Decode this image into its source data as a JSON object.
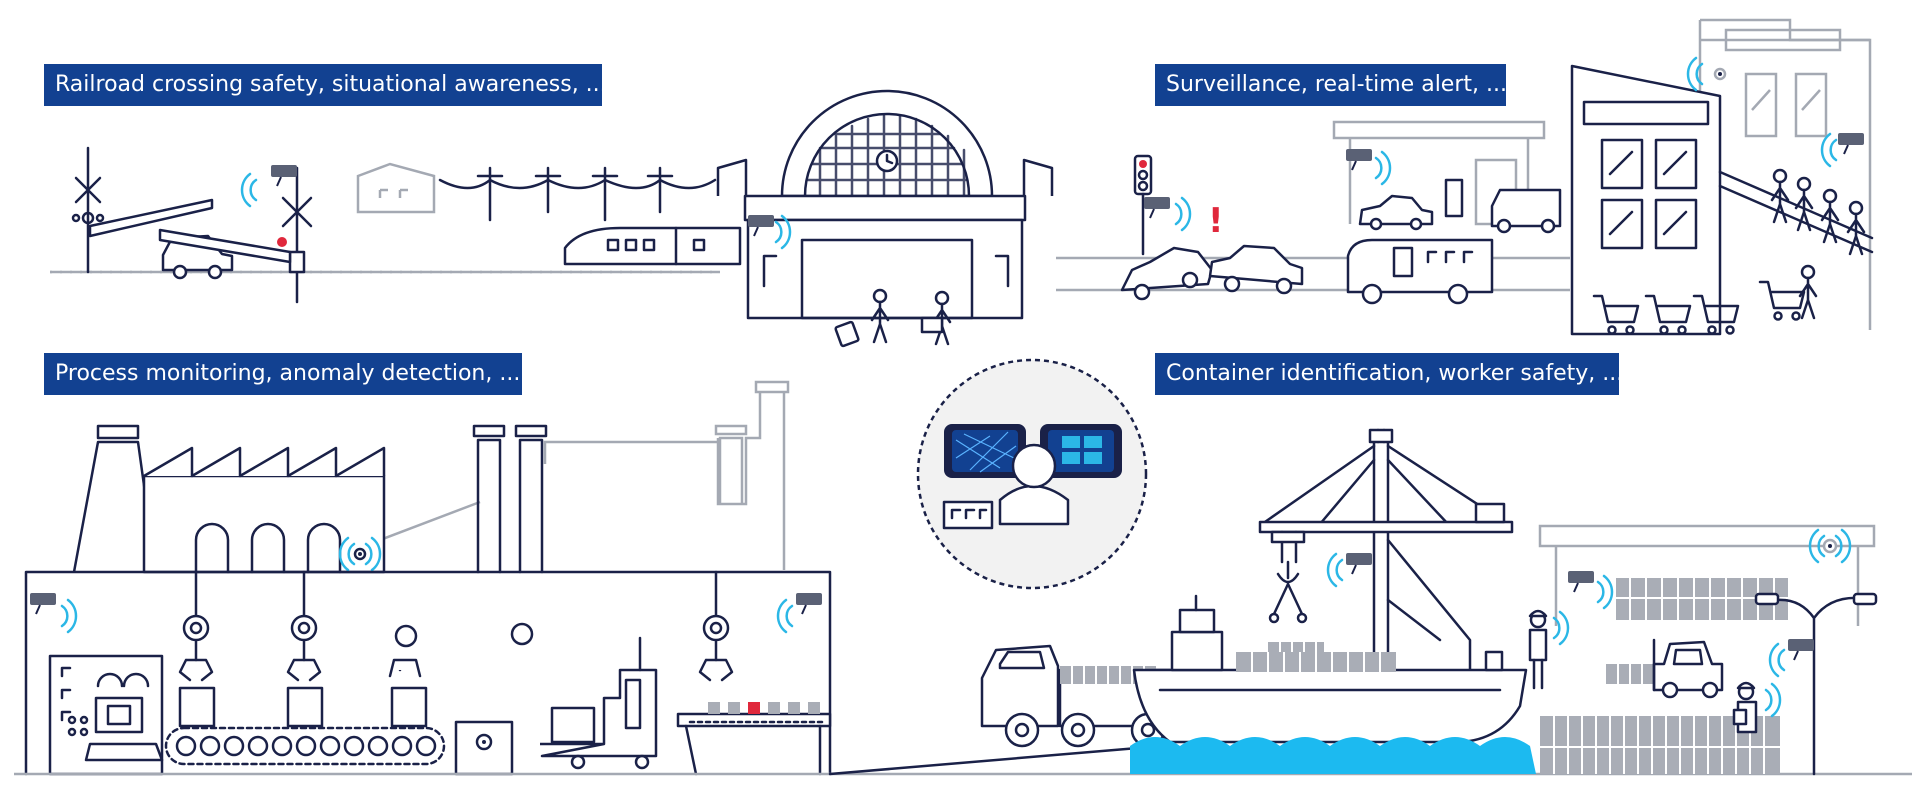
{
  "labels": {
    "railroad": "Railroad crossing safety, situational awareness, ...",
    "surveillance": "Surveillance, real-time alert, ...",
    "process": "Process monitoring, anomaly detection, ...",
    "container": "Container identification, worker safety, ..."
  },
  "icons": [
    "railroad-crossing-icon",
    "train-icon",
    "station-icon",
    "traffic-light-icon",
    "car-icon",
    "van-icon",
    "shopping-cart-icon",
    "factory-icon",
    "robot-arm-icon",
    "conveyor-icon",
    "forklift-icon",
    "truck-icon",
    "ship-icon",
    "crane-icon",
    "operator-icon",
    "camera-icon",
    "worker-icon"
  ],
  "colors": {
    "label_bg": "#124191",
    "label_text": "#ffffff",
    "line_dark": "#1a2148",
    "line_light": "#a4a9b3",
    "water": "#1cbaf0",
    "signal_wave": "#2bb7e6",
    "alert": "#e0283c"
  }
}
